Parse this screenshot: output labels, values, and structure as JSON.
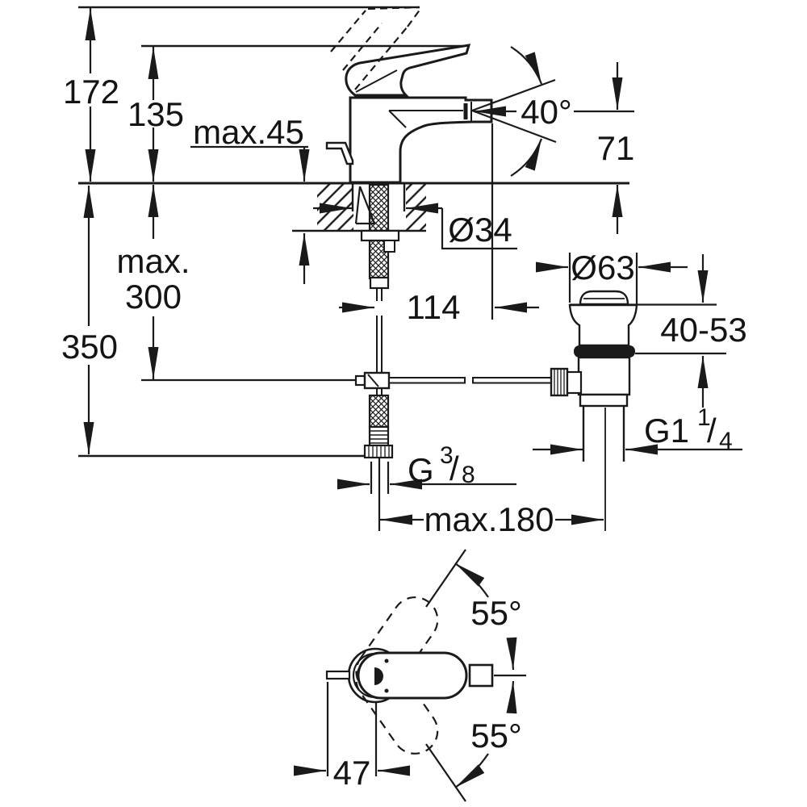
{
  "drawing": {
    "type": "technical-dimension-drawing",
    "subject": "single-lever bidet mixer with pop-up waste",
    "colors": {
      "line": "#1a1a1a",
      "background": "#ffffff"
    }
  },
  "side_view": {
    "labels": {
      "height_total": "172",
      "height_to_deck_ref": "135",
      "deck_thickness_max": "max.45",
      "spout_angle": "40°",
      "spout_outlet_height": "71",
      "hose_length_max_line1": "max.",
      "hose_length_max_line2": "300",
      "overall_below_length": "350",
      "hole_diameter": "Ø34",
      "spout_reach": "114",
      "waste_flange_diameter": "Ø63",
      "clamping_range": "40-53",
      "drain_thread": {
        "base": "G1",
        "sup": "1",
        "slash": "/",
        "sub": "4"
      },
      "hose_thread": {
        "base": "G",
        "sup": "3",
        "slash": "/",
        "sub": "8"
      },
      "center_to_waste_distance": "max.180"
    }
  },
  "top_view": {
    "labels": {
      "swivel_angle_up": "55°",
      "swivel_angle_down": "55°",
      "rod_offset": "47"
    }
  }
}
